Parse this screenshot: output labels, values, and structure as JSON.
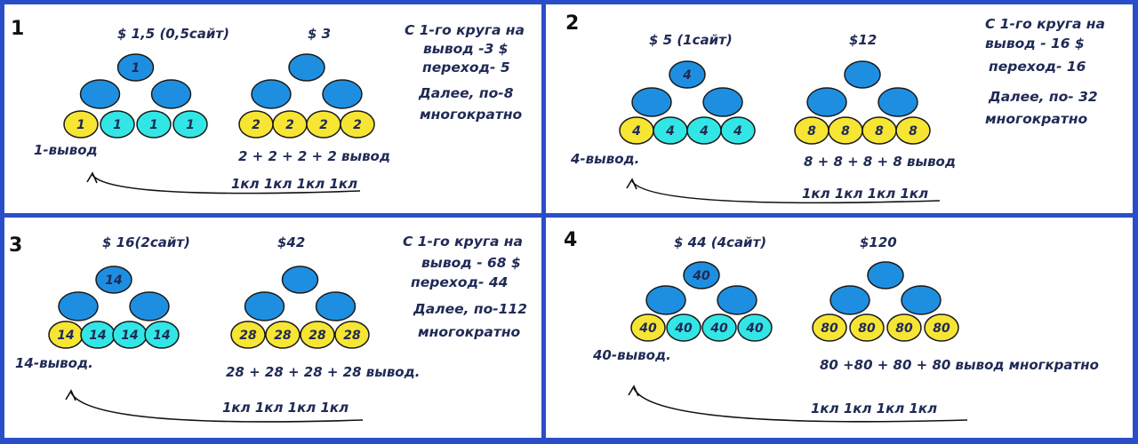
{
  "colors": {
    "border": "#2a4ec8",
    "top_circle": "#1e8fe0",
    "yellow": "#f7e534",
    "cyan": "#33e6e6",
    "stroke": "#1a1a1a",
    "text": "#1f2a55"
  },
  "panels": [
    {
      "number": "1",
      "price_left": "$ 1,5 (0,5сайт)",
      "price_right": "$ 3",
      "top_label": "1",
      "left_bottom": [
        "1",
        "1",
        "1",
        "1"
      ],
      "right_bottom": [
        "2",
        "2",
        "2",
        "2"
      ],
      "withdraw_left": "1-вывод",
      "withdraw_right": "2  + 2 + 2 +  2 вывод",
      "clicks": "1кл  1кл  1кл  1кл",
      "note": [
        "С 1-го круга на",
        "вывод -3 $",
        "переход- 5",
        "Далее, по-8",
        "многократно"
      ]
    },
    {
      "number": "2",
      "price_left": "$ 5 (1сайт)",
      "price_right": "$12",
      "top_label": "4",
      "left_bottom": [
        "4",
        "4",
        "4",
        "4"
      ],
      "right_bottom": [
        "8",
        "8",
        "8",
        "8"
      ],
      "withdraw_left": "4-вывод.",
      "withdraw_right": "8  + 8 + 8  + 8 вывод",
      "clicks": "1кл  1кл  1кл  1кл",
      "note": [
        "С 1-го круга на",
        "вывод - 16 $",
        "переход- 16",
        "Далее, по- 32",
        "многократно"
      ]
    },
    {
      "number": "3",
      "price_left": "$ 16(2сайт)",
      "price_right": "$42",
      "top_label": "14",
      "left_bottom": [
        "14",
        "14",
        "14",
        "14"
      ],
      "right_bottom": [
        "28",
        "28",
        "28",
        "28"
      ],
      "withdraw_left": "14-вывод.",
      "withdraw_right": "28 + 28 + 28 + 28 вывод.",
      "clicks": "1кл  1кл  1кл  1кл",
      "note": [
        "С 1-го круга на",
        "вывод - 68 $",
        "переход- 44",
        "Далее, по-112",
        "многократно"
      ]
    },
    {
      "number": "4",
      "price_left": "$ 44 (4сайт)",
      "price_right": "$120",
      "top_label": "40",
      "left_bottom": [
        "40",
        "40",
        "40",
        "40"
      ],
      "right_bottom": [
        "80",
        "80",
        "80",
        "80"
      ],
      "withdraw_left": "40-вывод.",
      "withdraw_right": "80 +80  + 80 + 80 вывод многкратно",
      "clicks": "1кл  1кл  1кл  1кл",
      "note": []
    }
  ]
}
